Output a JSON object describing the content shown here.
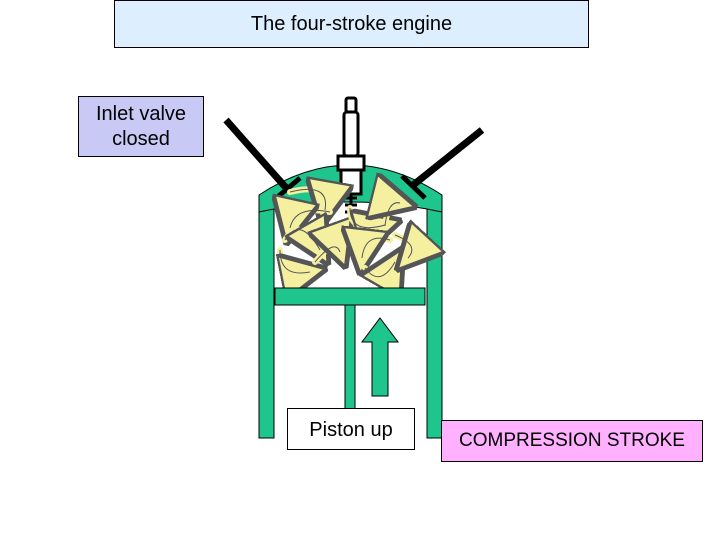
{
  "title": "The four-stroke engine",
  "inlet_label": "Inlet valve closed",
  "piston_label": "Piston up",
  "stroke_label": "COMPRESSION STROKE",
  "colors": {
    "cylinder": "#1ec58c",
    "arrow_up": "#1ec58c",
    "swirl": "#f5f0a0",
    "valve_stem": "#000000",
    "title_bg": "#ddeeff",
    "inlet_bg": "#c9c9f6",
    "stroke_bg": "#ffb0ff"
  }
}
